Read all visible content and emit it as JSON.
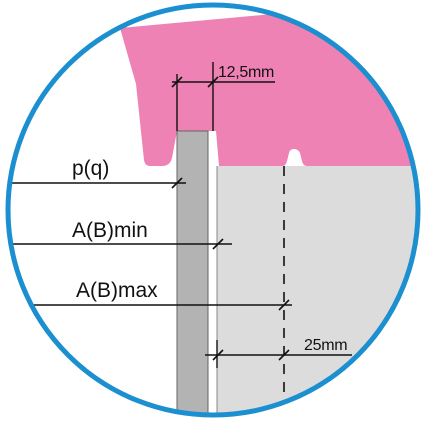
{
  "labels": {
    "pq": "p(q)",
    "ab_min": "A(B)min",
    "ab_max": "A(B)max",
    "dim_top": "12,5mm",
    "dim_bottom": "25mm"
  },
  "colors": {
    "pink": "#ee82b4",
    "grey_panel": "#dcdcdc",
    "dark_grey_bar": "#b3b3b3",
    "circle_outline": "#1c8fd0",
    "line": "#111111"
  }
}
